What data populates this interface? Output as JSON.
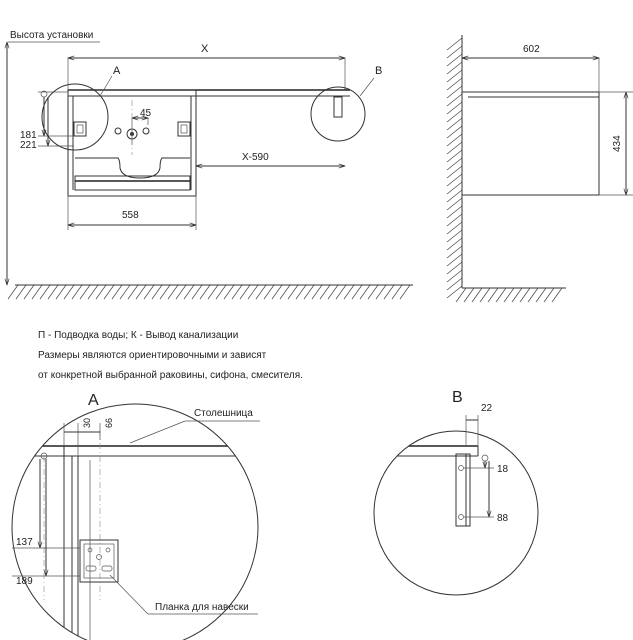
{
  "labels": {
    "install_height": "Высота установки",
    "x": "X",
    "callout_a": "A",
    "callout_b": "B",
    "dim_45": "45",
    "dim_181": "181",
    "dim_221": "221",
    "dim_x590": "X-590",
    "dim_558": "558",
    "dim_602": "602",
    "dim_434": "434",
    "detail_a_title": "A",
    "detail_b_title": "B",
    "dim_30": "30",
    "dim_66": "66",
    "countertop": "Столешница",
    "dim_137": "137",
    "dim_189": "189",
    "hanging_bar": "Планка для навески",
    "dim_22": "22",
    "dim_18": "18",
    "dim_88": "88"
  },
  "notes": [
    "П - Подводка воды; К - Вывод канализации",
    "Размеры являются ориентировочными и зависят",
    "от конкретной выбранной раковины, сифона, смесителя."
  ]
}
